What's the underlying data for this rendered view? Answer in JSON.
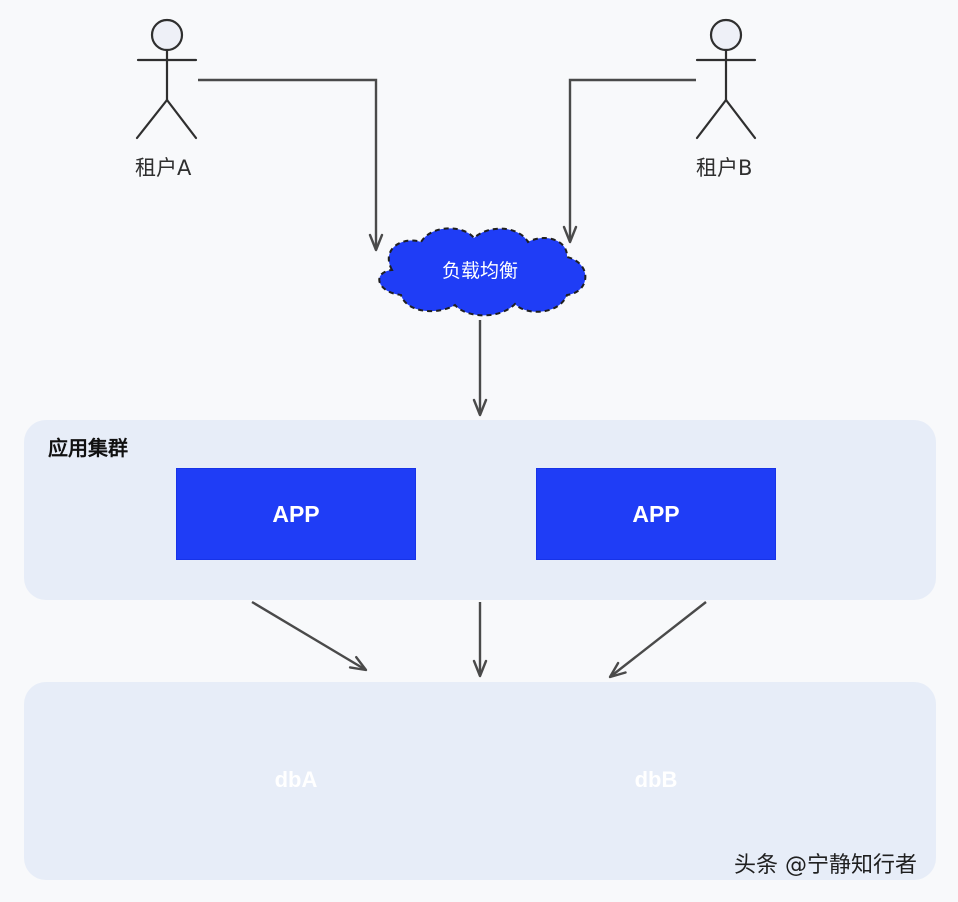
{
  "diagram": {
    "tenants": [
      {
        "label": "租户A"
      },
      {
        "label": "租户B"
      }
    ],
    "load_balancer": {
      "label": "负载均衡"
    },
    "app_cluster": {
      "title": "应用集群",
      "apps": [
        {
          "label": "APP"
        },
        {
          "label": "APP"
        }
      ]
    },
    "databases": [
      {
        "label": "dbA"
      },
      {
        "label": "dbB"
      }
    ],
    "watermark": "头条 @宁静知行者",
    "colors": {
      "primary_blue": "#1f3df6",
      "panel_bg": "#e7edf8",
      "arrow": "#4a4a4a"
    },
    "icons": {
      "tenant": "user-icon",
      "load_balancer": "cloud-icon",
      "database": "database-icon"
    }
  }
}
